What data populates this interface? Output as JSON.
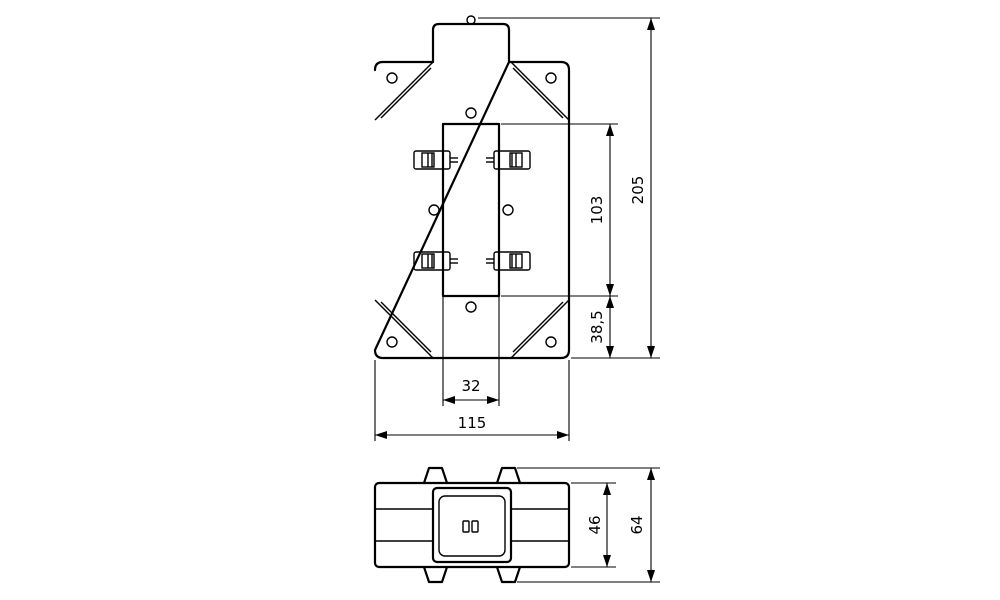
{
  "dimensions": {
    "total_height": "205",
    "width": "115",
    "mid_height": "103",
    "lower_offset": "38,5",
    "insert_width": "32",
    "side_outer_depth": "64",
    "side_inner_depth": "46"
  }
}
